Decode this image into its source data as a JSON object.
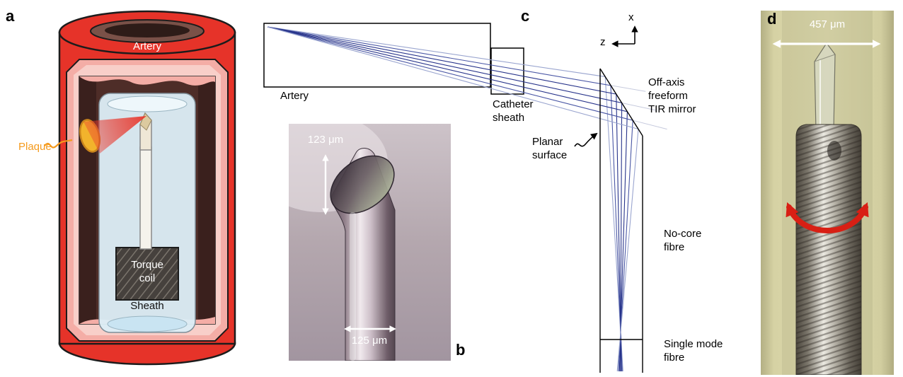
{
  "panels": {
    "a": {
      "label": "a",
      "artery": "Artery",
      "plaque": "Plaque",
      "torque_coil": "Torque coil",
      "sheath": "Sheath"
    },
    "b": {
      "label": "b",
      "tip_height": "123 μm",
      "fibre_width": "125 μm"
    },
    "c": {
      "label": "c",
      "artery": "Artery",
      "catheter_sheath": "Catheter sheath",
      "mirror": "Off-axis freeform TIR mirror",
      "planar_surface": "Planar surface",
      "no_core_fibre": "No-core fibre",
      "single_mode_fibre": "Single mode fibre",
      "axis_x": "x",
      "axis_z": "z"
    },
    "d": {
      "label": "d",
      "sheath_width": "457 μm"
    }
  },
  "colors": {
    "artery_red": "#e63329",
    "plaque_yellow": "#f2b32c",
    "plaque_label_orange": "#f59b1e",
    "ray_blue_dark": "#27338a",
    "ray_blue_light": "#9aa5cf",
    "rotation_arrow_red": "#d81f14",
    "photo_background": "#d8d4a6",
    "sheath_blue": "#dcedf6"
  }
}
